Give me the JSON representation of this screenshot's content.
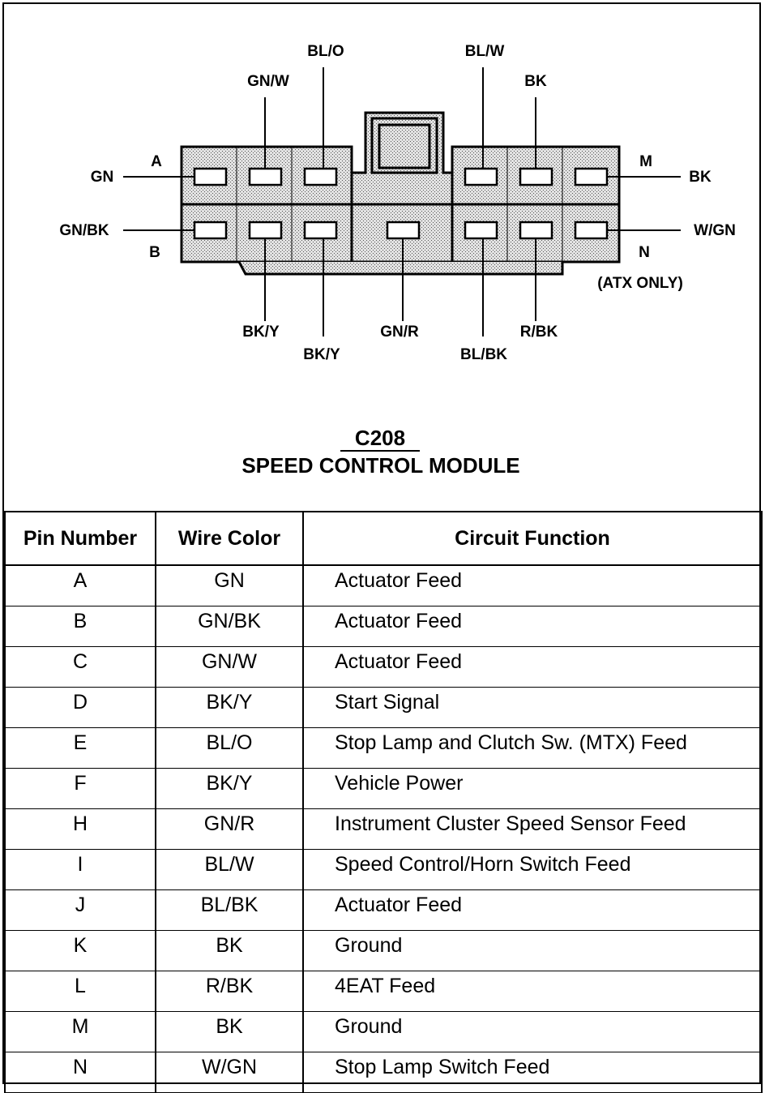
{
  "connector": {
    "id": "C208",
    "name": "SPEED CONTROL MODULE",
    "note": "(ATX ONLY)",
    "pin_letters": {
      "a": "A",
      "b": "B",
      "m": "M",
      "n": "N"
    },
    "left_wires": {
      "top": "GN",
      "bottom": "GN/BK"
    },
    "right_wires": {
      "top": "BK",
      "bottom": "W/GN"
    },
    "top_wires": [
      "GN/W",
      "BL/O",
      "BL/W",
      "BK"
    ],
    "bottom_wires": [
      "BK/Y",
      "BK/Y",
      "GN/R",
      "BL/BK",
      "R/BK"
    ]
  },
  "table": {
    "headers": [
      "Pin Number",
      "Wire Color",
      "Circuit Function"
    ],
    "rows": [
      {
        "pin": "A",
        "wire": "GN",
        "function": "Actuator Feed"
      },
      {
        "pin": "B",
        "wire": "GN/BK",
        "function": "Actuator Feed"
      },
      {
        "pin": "C",
        "wire": "GN/W",
        "function": "Actuator Feed"
      },
      {
        "pin": "D",
        "wire": "BK/Y",
        "function": "Start Signal"
      },
      {
        "pin": "E",
        "wire": "BL/O",
        "function": "Stop Lamp and Clutch Sw. (MTX) Feed"
      },
      {
        "pin": "F",
        "wire": "BK/Y",
        "function": "Vehicle Power"
      },
      {
        "pin": "H",
        "wire": "GN/R",
        "function": "Instrument Cluster Speed Sensor Feed"
      },
      {
        "pin": "I",
        "wire": "BL/W",
        "function": "Speed Control/Horn Switch Feed"
      },
      {
        "pin": "J",
        "wire": "BL/BK",
        "function": "Actuator Feed"
      },
      {
        "pin": "K",
        "wire": "BK",
        "function": "Ground"
      },
      {
        "pin": "L",
        "wire": "R/BK",
        "function": "4EAT Feed"
      },
      {
        "pin": "M",
        "wire": "BK",
        "function": "Ground"
      },
      {
        "pin": "N",
        "wire": "W/GN",
        "function": "Stop Lamp Switch Feed"
      }
    ]
  }
}
